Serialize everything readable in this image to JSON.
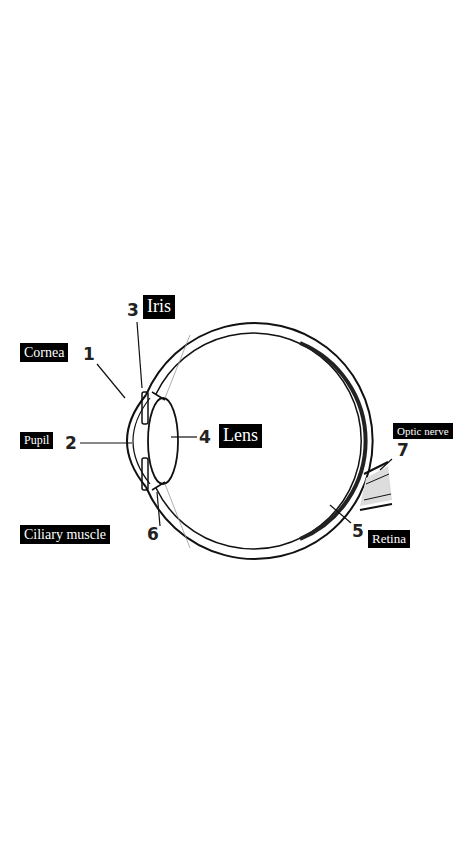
{
  "diagram": {
    "labels": [
      "3",
      "Iris",
      "Cornea",
      "1",
      "Pupil",
      "2",
      "4",
      "Lens",
      "Optic nerve",
      "7",
      "Ciliary muscle",
      "6",
      "5",
      "Retina"
    ]
  }
}
